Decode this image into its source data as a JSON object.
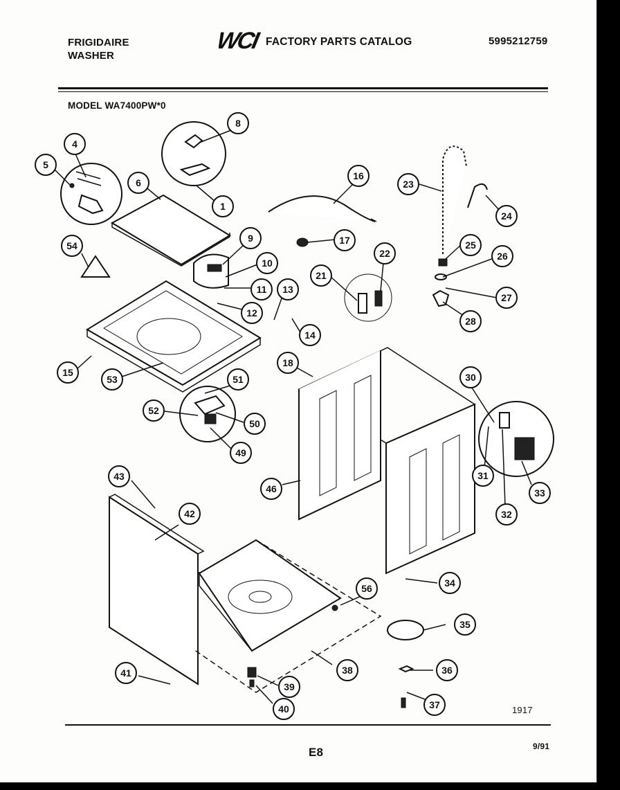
{
  "header": {
    "brand_line1": "FRIGIDAIRE",
    "brand_line2": "WASHER",
    "logo_text": "WCI",
    "catalog_title": "FACTORY PARTS CATALOG",
    "catalog_number": "5995212759"
  },
  "model": "MODEL WA7400PW*0",
  "footer": {
    "figure_number": "1917",
    "page": "E8",
    "date": "9/91"
  },
  "callouts": [
    "1",
    "4",
    "5",
    "6",
    "8",
    "9",
    "10",
    "11",
    "12",
    "13",
    "14",
    "15",
    "16",
    "17",
    "18",
    "21",
    "22",
    "23",
    "24",
    "25",
    "26",
    "27",
    "28",
    "30",
    "31",
    "32",
    "33",
    "34",
    "35",
    "36",
    "37",
    "38",
    "39",
    "40",
    "41",
    "42",
    "43",
    "46",
    "49",
    "50",
    "51",
    "52",
    "53",
    "54",
    "56"
  ]
}
